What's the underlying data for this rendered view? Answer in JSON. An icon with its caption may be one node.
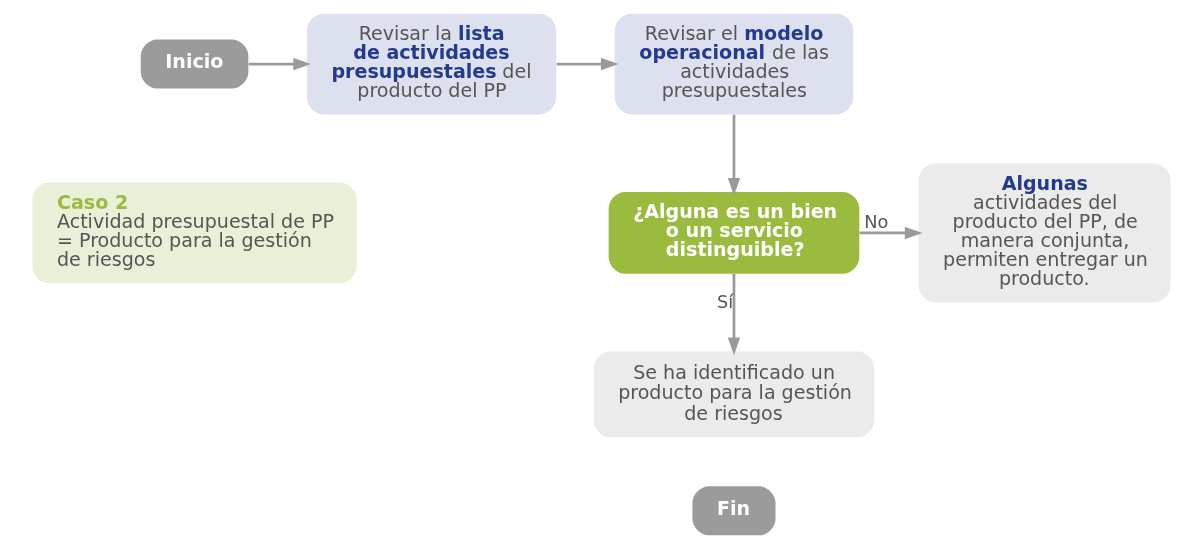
{
  "diagram": {
    "nodes": [
      {
        "text": [
          "Inicio"
        ]
      },
      {
        "text": [
          "Revisar la **lista de actividades presupuestales** del producto del PP"
        ]
      },
      {
        "text": [
          "Revisar el **modelo operacional** de las actividades presupuestales"
        ]
      },
      {
        "text": [
          "¿Alguna es un bien o un servicio distinguible?"
        ]
      },
      {
        "text": [
          "**Algunas** actividades del producto del PP, de manera conjunta, permiten entregar un producto."
        ]
      },
      {
        "text": [
          "Caso 2",
          "Actividad presupuestal de PP = Producto para la gestión de riesgos"
        ]
      },
      {
        "text": [
          "Se ha identificado un producto para la gestión de riesgos"
        ]
      },
      {
        "text": [
          "Fin"
        ]
      }
    ],
    "edges": [
      {
        "from": 0,
        "to": 1,
        "arrow": "to"
      },
      {
        "from": 1,
        "to": 2,
        "arrow": "to"
      },
      {
        "from": 2,
        "to": 3,
        "arrow": "to"
      },
      {
        "from": 3,
        "to": 4,
        "arrow": "to",
        "label": "No"
      },
      {
        "from": 3,
        "to": 6,
        "arrow": "to",
        "label": "Sí"
      }
    ]
  }
}
